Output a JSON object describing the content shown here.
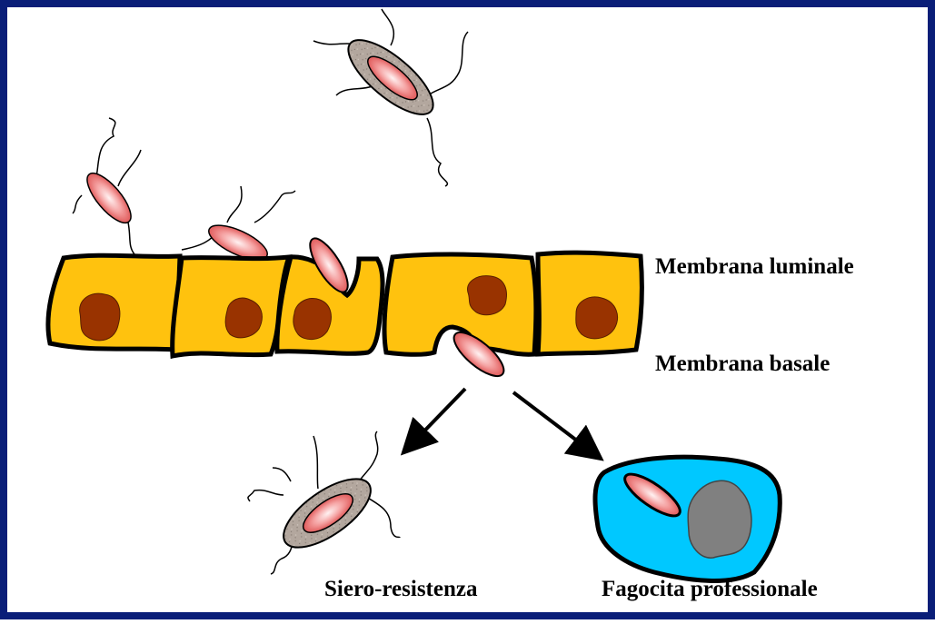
{
  "labels": {
    "membrana_luminale": "Membrana luminale",
    "membrana_basale": "Membrana basale",
    "siero_resistenza": "Siero-resistenza",
    "fagocita": "Fagocita professionale"
  },
  "colors": {
    "border": "#0a1e78",
    "cell_fill": "#ffc20e",
    "nucleus": "#993300",
    "bacterium": "#f08a8a",
    "bacterium_highlight": "#ffe3e3",
    "capsule": "#b3a79e",
    "phagocyte": "#00c8ff",
    "phagocyte_nucleus": "#808080"
  },
  "icons": [
    "bacterium-icon",
    "capsulated-bacterium-icon",
    "epithelial-cell-icon",
    "phagocyte-icon",
    "arrow-icon"
  ]
}
